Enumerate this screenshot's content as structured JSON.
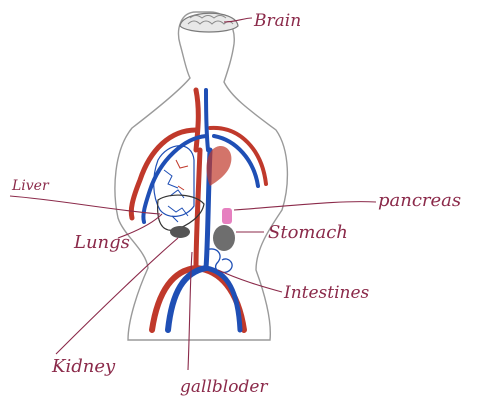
{
  "labels": {
    "brain": "Brain",
    "liver": "Liver",
    "lungs": "Lungs",
    "pancreas": "pancreas",
    "stomach": "Stomach",
    "intestines": "Intestines",
    "kidney": "Kidney",
    "gallbladder": "gallbloder"
  },
  "colors": {
    "label_ink": "#8b2a4a",
    "artery": "#c0392b",
    "vein": "#1f4fb5",
    "outline": "#9a9a9a",
    "pancreas": "#e060b0"
  }
}
